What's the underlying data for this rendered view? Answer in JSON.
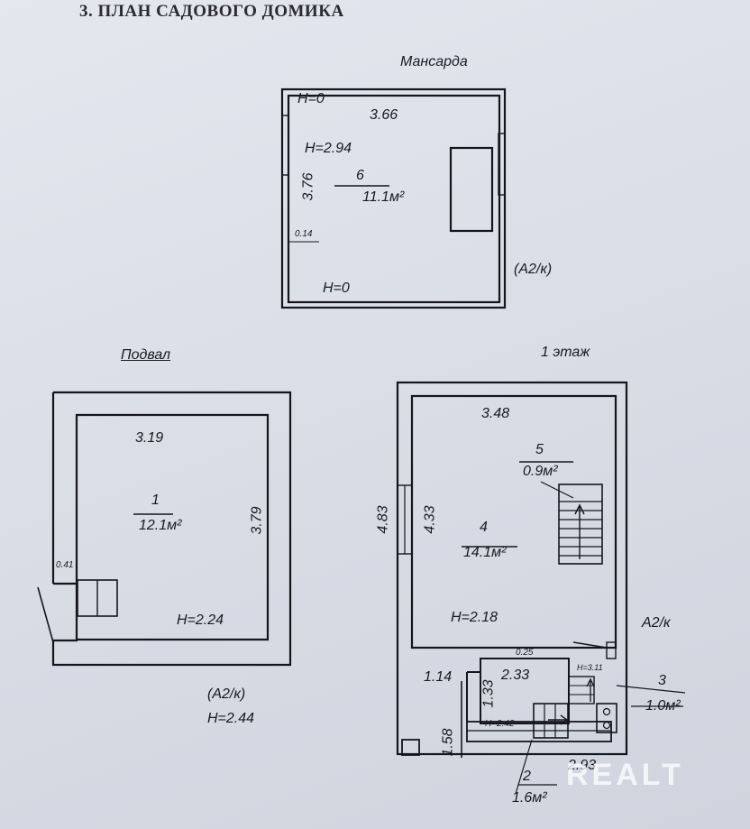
{
  "heading": "3. ПЛАН САДОВОГО ДОМИКА",
  "attic": {
    "title": "Мансарда",
    "h_top": "H=0",
    "width": "3.66",
    "h_mid": "H=2.94",
    "room_no": "6",
    "area": "11.1м²",
    "depth": "3.76",
    "wall": "0.14",
    "h_bottom": "H=0",
    "note": "(A2/к)"
  },
  "basement": {
    "title": "Подвал",
    "width": "3.19",
    "room_no": "1",
    "area": "12.1м²",
    "depth": "3.79",
    "wall": "0.41",
    "height": "H=2.24",
    "note": "(A2/к)",
    "height_total": "H=2.44"
  },
  "floor1": {
    "title": "1 этаж",
    "width": "3.48",
    "room5_no": "5",
    "room5_area": "0.9м²",
    "outer_len": "4.83",
    "inner_len": "4.33",
    "room4_no": "4",
    "room4_area": "14.1м²",
    "height": "H=2.18",
    "note": "A2/к",
    "wall": "0.25",
    "porch_width": "1.14",
    "vest_width": "2.33",
    "vest_depth": "1.33",
    "stair_height": "H=3.11",
    "room3_no": "3",
    "room3_area": "1.0м²",
    "porch_len": "1.58",
    "vest_height": "H=2.42",
    "bottom_len": "2.93",
    "room2_no": "2",
    "room2_area": "1.6м²"
  },
  "watermark": "REALT"
}
